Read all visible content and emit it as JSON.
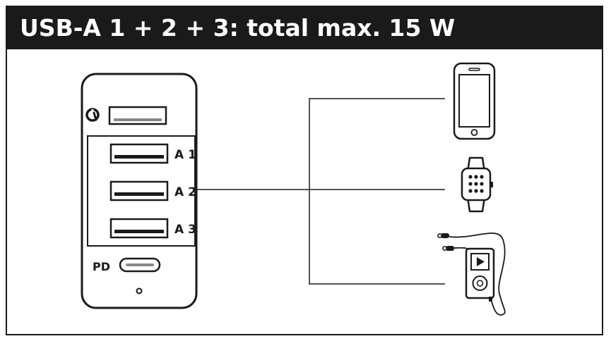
{
  "header": {
    "title": "USB-A 1 + 2 + 3: total max. 15 W"
  },
  "charger": {
    "ports": [
      {
        "label": "A 1"
      },
      {
        "label": "A 2"
      },
      {
        "label": "A 3"
      }
    ],
    "pd_label": "PD"
  },
  "devices": [
    "smartphone-icon",
    "smartwatch-icon",
    "mp3-player-icon"
  ],
  "colors": {
    "header_bg": "#1a1a1a",
    "line": "#1a1a1a",
    "background": "#ffffff"
  }
}
